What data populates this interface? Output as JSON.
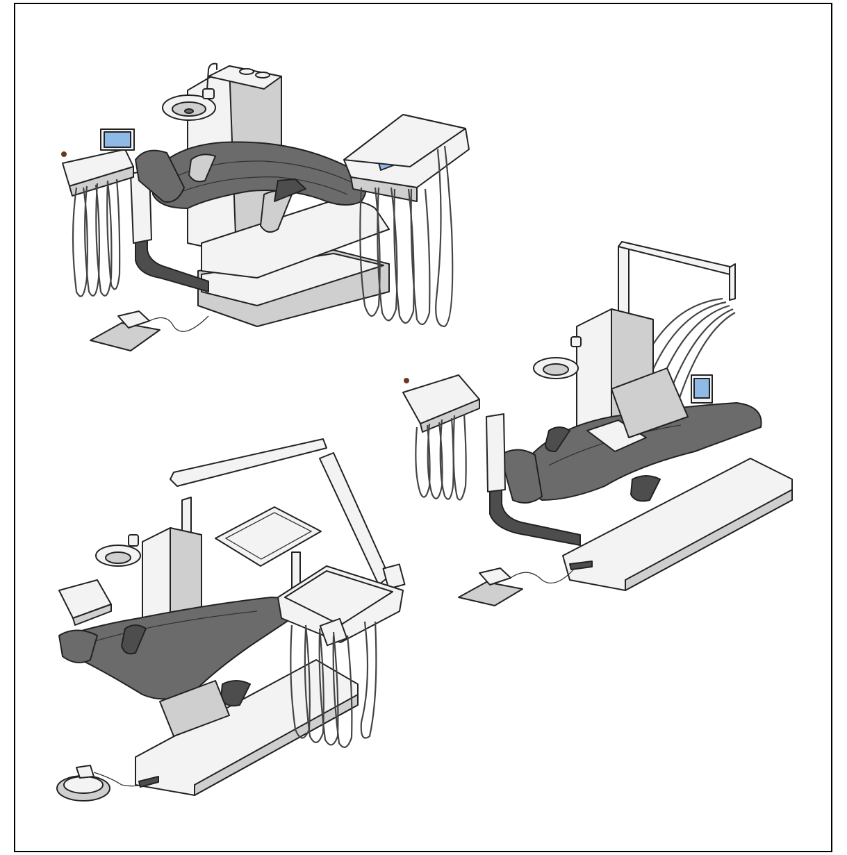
{
  "figure": {
    "illustrations": [
      {
        "name": "dental-unit-over-patient-delivery",
        "icon": "dental-chair-illustration"
      },
      {
        "name": "dental-unit-ceiling-arm-delivery",
        "icon": "dental-chair-illustration"
      },
      {
        "name": "dental-unit-cart-arm-delivery",
        "icon": "dental-chair-illustration"
      }
    ],
    "colors": {
      "upholstery": "#6b6b6b",
      "body": "#f3f3f3",
      "trim": "#cfcfcf",
      "screen": "#8fb9e6",
      "outline": "#222222"
    }
  }
}
